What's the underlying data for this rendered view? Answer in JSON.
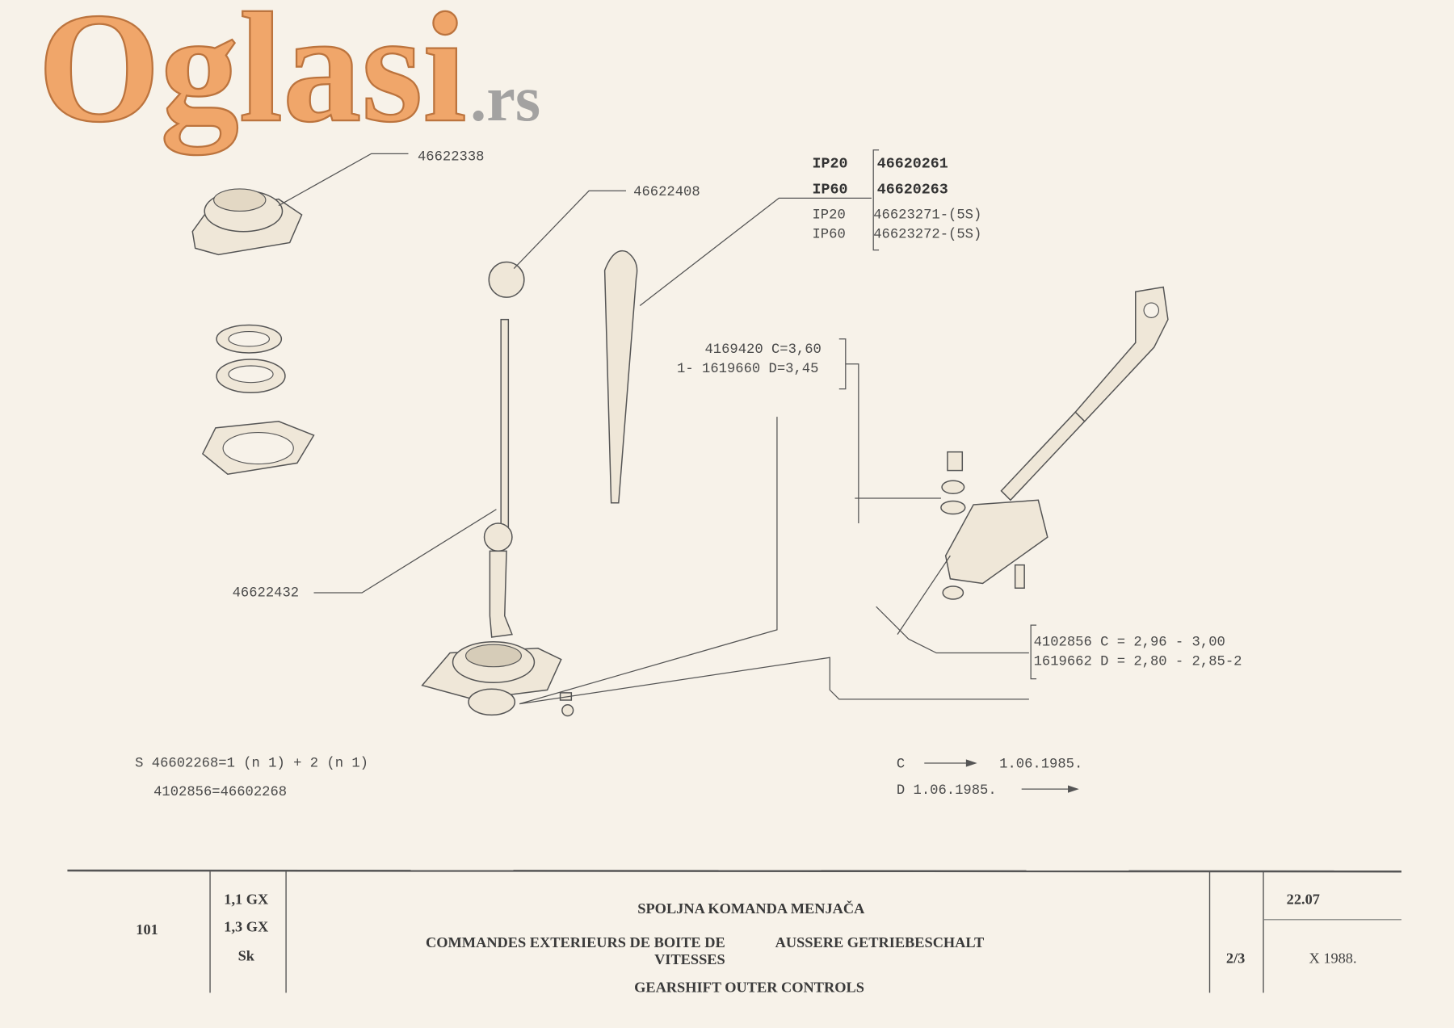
{
  "callouts": {
    "cap": "46622338",
    "knob_ball": "46622408",
    "lever": "46622432",
    "boot_variants": [
      {
        "code": "IP20",
        "part": "46620261"
      },
      {
        "code": "IP60",
        "part": "46620263"
      },
      {
        "code": "IP20",
        "part": "46623271-(5S)"
      },
      {
        "code": "IP60",
        "part": "46623272-(5S)"
      }
    ],
    "bolt": [
      "4169420 C=3,60",
      "1- 1619660 D=3,45"
    ],
    "rod": [
      "4102856 C = 2,96 - 3,00",
      "1619662 D = 2,80 - 2,85-2"
    ]
  },
  "notes": {
    "set": "S 46602268=1 (n 1) + 2 (n 1)",
    "equiv": "4102856=46602268",
    "c_date_label": "C",
    "c_date": "1.06.1985.",
    "d_date": "D 1.06.1985."
  },
  "footer": {
    "page_number": "101",
    "models": [
      "1,1 GX",
      "1,3 GX",
      "Sk"
    ],
    "title_sr": "SPOLJNA KOMANDA MENJAČA",
    "title_fr_1": "COMMANDES EXTERIEURS DE BOITE DE",
    "title_fr_2": "VITESSES",
    "title_de": "AUSSERE GETRIEBESCHALT",
    "title_en": "GEARSHIFT OUTER CONTROLS",
    "group": "22.07",
    "sheet": "2/3",
    "date": "X 1988."
  },
  "watermark": {
    "text": "Oglasi",
    "suffix": ".rs",
    "color": "#f0a060"
  }
}
